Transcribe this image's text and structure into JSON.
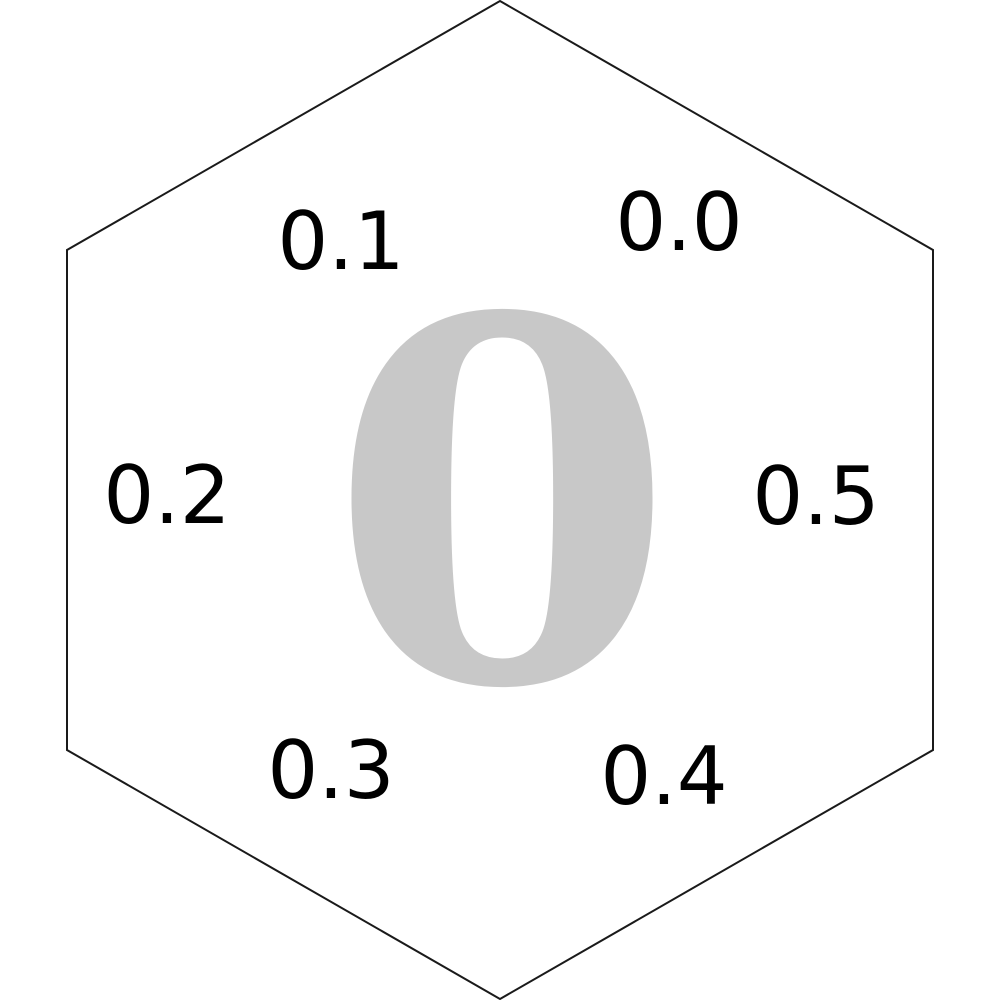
{
  "hexagon": {
    "center_label": "0",
    "labels": [
      "0.0",
      "0.1",
      "0.2",
      "0.3",
      "0.4",
      "0.5"
    ]
  },
  "colors": {
    "outline": "#1a1a1a",
    "center_label": "#c8c8c8",
    "labels": "#000000",
    "background": "#ffffff"
  }
}
